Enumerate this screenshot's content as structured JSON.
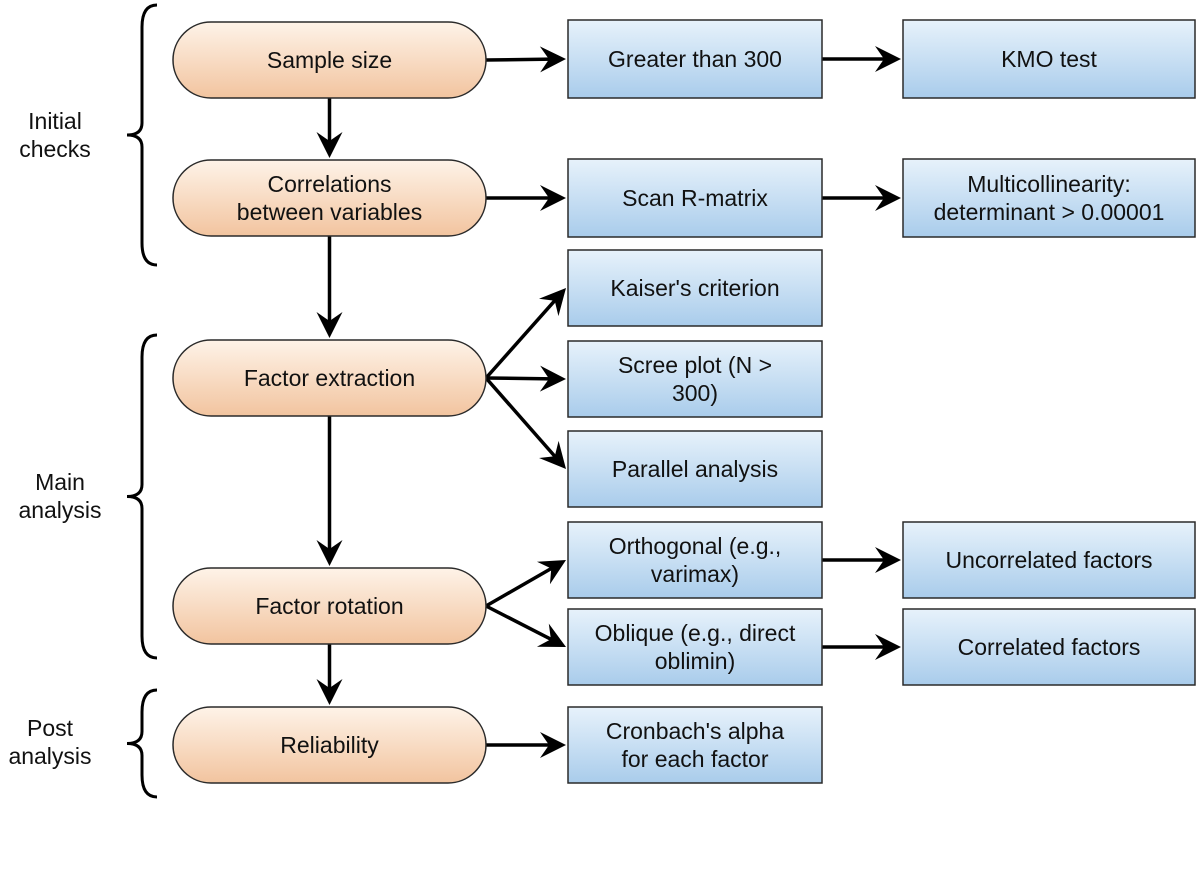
{
  "colors": {
    "process_fill_top": "#FEF3E8",
    "process_fill_bottom": "#F2C49F",
    "process_stroke": "#2A2A2A",
    "box_fill_top": "#E7F2FB",
    "box_fill_bottom": "#A9CCEB",
    "box_stroke": "#2A2A2A",
    "edge": "#000000"
  },
  "groups": [
    {
      "id": "initial",
      "lines": [
        "Initial",
        "checks"
      ]
    },
    {
      "id": "main",
      "lines": [
        "Main",
        "analysis"
      ]
    },
    {
      "id": "post",
      "lines": [
        "Post",
        "analysis"
      ]
    }
  ],
  "process_nodes": [
    {
      "id": "sample-size",
      "lines": [
        "Sample size"
      ]
    },
    {
      "id": "correlations",
      "lines": [
        "Correlations",
        "between variables"
      ]
    },
    {
      "id": "factor-extraction",
      "lines": [
        "Factor extraction"
      ]
    },
    {
      "id": "factor-rotation",
      "lines": [
        "Factor rotation"
      ]
    },
    {
      "id": "reliability",
      "lines": [
        "Reliability"
      ]
    }
  ],
  "box_nodes": [
    {
      "id": "greater-than-300",
      "lines": [
        "Greater than 300"
      ]
    },
    {
      "id": "kmo-test",
      "lines": [
        "KMO test"
      ]
    },
    {
      "id": "scan-r-matrix",
      "lines": [
        "Scan R-matrix"
      ]
    },
    {
      "id": "multicollinearity",
      "lines": [
        "Multicollinearity:",
        "determinant > 0.00001"
      ]
    },
    {
      "id": "kaisers-criterion",
      "lines": [
        "Kaiser's criterion"
      ]
    },
    {
      "id": "scree-plot",
      "lines": [
        "Scree plot (N >",
        "300)"
      ]
    },
    {
      "id": "parallel-analysis",
      "lines": [
        "Parallel analysis"
      ]
    },
    {
      "id": "orthogonal",
      "lines": [
        "Orthogonal (e.g.,",
        "varimax)"
      ]
    },
    {
      "id": "oblique",
      "lines": [
        "Oblique (e.g., direct",
        "oblimin)"
      ]
    },
    {
      "id": "uncorrelated-factors",
      "lines": [
        "Uncorrelated factors"
      ]
    },
    {
      "id": "correlated-factors",
      "lines": [
        "Correlated factors"
      ]
    },
    {
      "id": "cronbachs-alpha",
      "lines": [
        "Cronbach's alpha",
        "for each factor"
      ]
    }
  ],
  "edges": [
    {
      "from": "sample-size",
      "to": "correlations"
    },
    {
      "from": "correlations",
      "to": "factor-extraction"
    },
    {
      "from": "factor-extraction",
      "to": "factor-rotation"
    },
    {
      "from": "factor-rotation",
      "to": "reliability"
    },
    {
      "from": "sample-size",
      "to": "greater-than-300"
    },
    {
      "from": "greater-than-300",
      "to": "kmo-test"
    },
    {
      "from": "correlations",
      "to": "scan-r-matrix"
    },
    {
      "from": "scan-r-matrix",
      "to": "multicollinearity"
    },
    {
      "from": "factor-extraction",
      "to": "kaisers-criterion"
    },
    {
      "from": "factor-extraction",
      "to": "scree-plot"
    },
    {
      "from": "factor-extraction",
      "to": "parallel-analysis"
    },
    {
      "from": "factor-rotation",
      "to": "orthogonal"
    },
    {
      "from": "factor-rotation",
      "to": "oblique"
    },
    {
      "from": "orthogonal",
      "to": "uncorrelated-factors"
    },
    {
      "from": "oblique",
      "to": "correlated-factors"
    },
    {
      "from": "reliability",
      "to": "cronbachs-alpha"
    }
  ]
}
